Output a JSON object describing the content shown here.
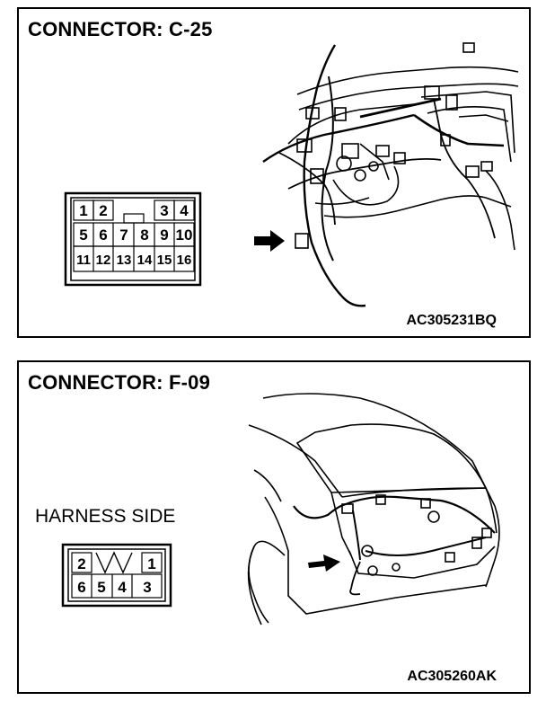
{
  "connector_c25": {
    "title": "CONNECTOR: C-25",
    "code": "AC305231BQ",
    "pins": [
      {
        "label": "1"
      },
      {
        "label": "2"
      },
      {
        "label": "3"
      },
      {
        "label": "4"
      },
      {
        "label": "5"
      },
      {
        "label": "6"
      },
      {
        "label": "7"
      },
      {
        "label": "8"
      },
      {
        "label": "9"
      },
      {
        "label": "10"
      },
      {
        "label": "11"
      },
      {
        "label": "12"
      },
      {
        "label": "13"
      },
      {
        "label": "14"
      },
      {
        "label": "15"
      },
      {
        "label": "16"
      }
    ]
  },
  "connector_f09": {
    "title": "CONNECTOR: F-09",
    "code": "AC305260AK",
    "side_label": "HARNESS SIDE",
    "pins": [
      {
        "label": "2"
      },
      {
        "label": "1"
      },
      {
        "label": "6"
      },
      {
        "label": "5"
      },
      {
        "label": "4"
      },
      {
        "label": "3"
      }
    ]
  }
}
